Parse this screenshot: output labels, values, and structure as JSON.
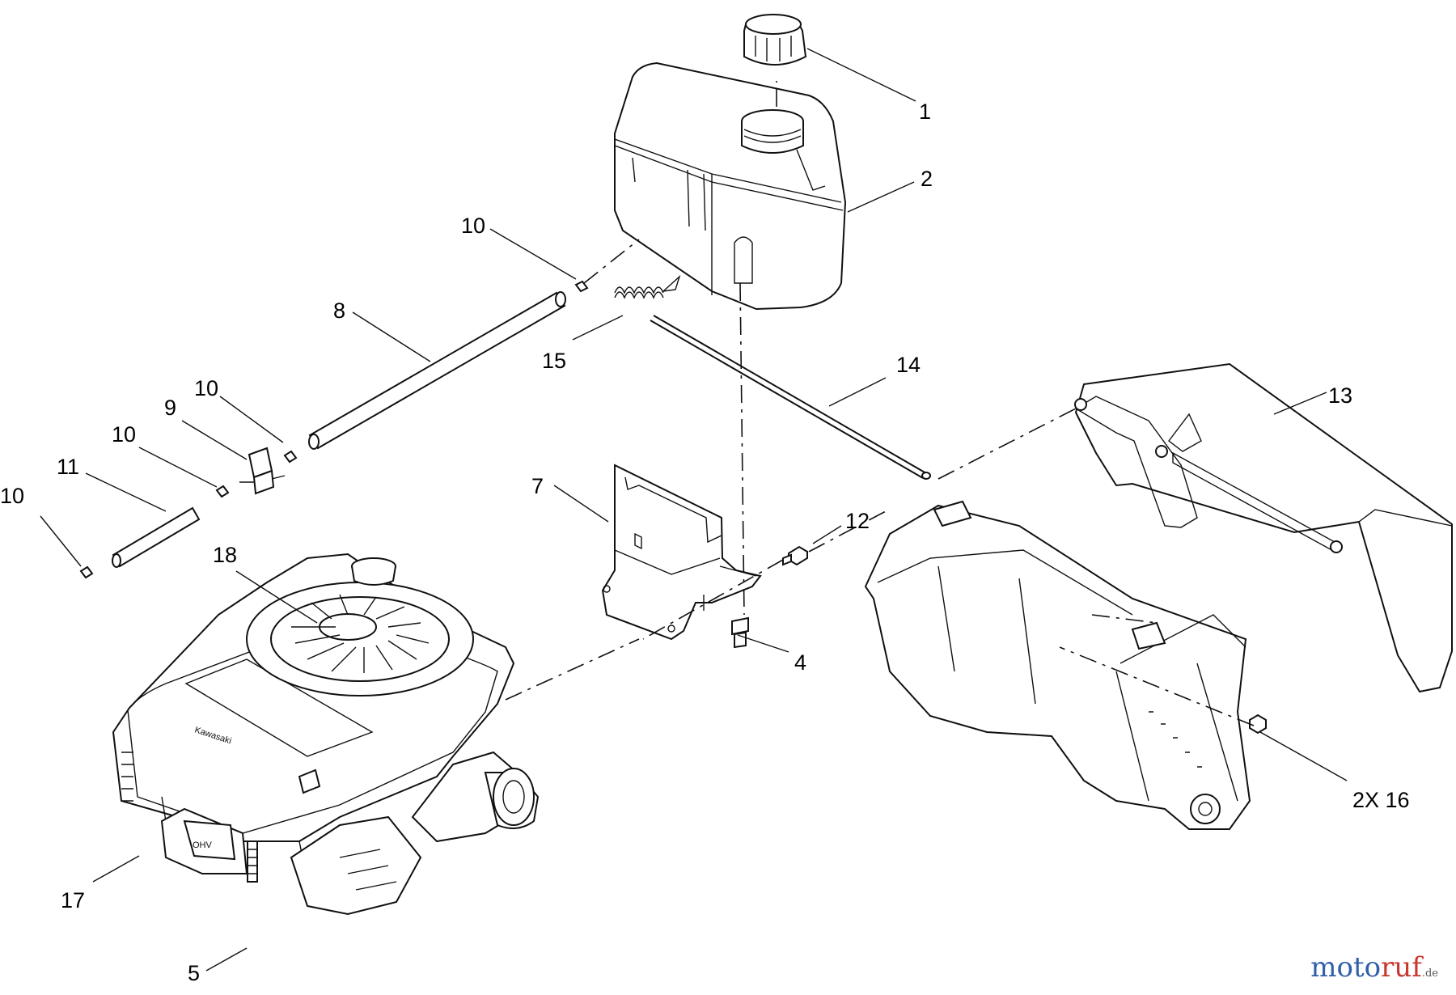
{
  "callouts": [
    {
      "id": "c1",
      "text": "1"
    },
    {
      "id": "c2",
      "text": "2"
    },
    {
      "id": "c4",
      "text": "4"
    },
    {
      "id": "c5",
      "text": "5"
    },
    {
      "id": "c7",
      "text": "7"
    },
    {
      "id": "c8",
      "text": "8"
    },
    {
      "id": "c9",
      "text": "9"
    },
    {
      "id": "c10a",
      "text": "10"
    },
    {
      "id": "c10b",
      "text": "10"
    },
    {
      "id": "c10c",
      "text": "10"
    },
    {
      "id": "c10d",
      "text": "10"
    },
    {
      "id": "c11",
      "text": "11"
    },
    {
      "id": "c12",
      "text": "12"
    },
    {
      "id": "c13",
      "text": "13"
    },
    {
      "id": "c14",
      "text": "14"
    },
    {
      "id": "c15",
      "text": "15"
    },
    {
      "id": "c16",
      "text": "2X 16"
    },
    {
      "id": "c17",
      "text": "17"
    },
    {
      "id": "c18",
      "text": "18"
    }
  ],
  "engine": {
    "brand_text": "Kawasaki",
    "ohv_text": "OHV"
  },
  "watermark": {
    "part1": "moto",
    "part2": "ruf",
    "suffix": ".de"
  }
}
